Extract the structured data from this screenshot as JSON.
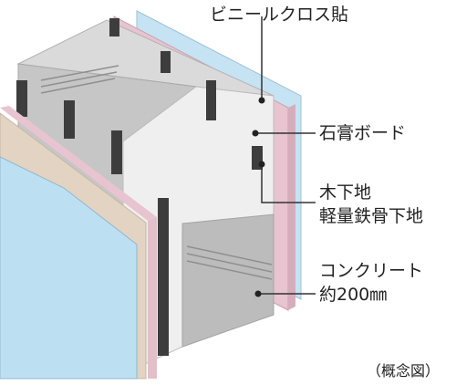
{
  "labels": {
    "vinyl_cloth": "ビニールクロス貼",
    "gypsum_board": "石膏ボード",
    "wood_base": "木下地",
    "light_steel": "軽量鉄骨下地",
    "concrete": "コンクリート",
    "concrete_thickness": "約200㎜",
    "note": "（概念図）"
  },
  "colors": {
    "concrete_light": "#d9d9d9",
    "concrete_face": "#c4c4c4",
    "concrete_dark": "#a6a6a6",
    "gypsum_pink": "#e7c4cf",
    "gypsum_beige": "#e2d3c2",
    "vinyl_blue": "#bddff2",
    "stud_gray": "#3d3d3d",
    "leader_line": "#333333"
  }
}
